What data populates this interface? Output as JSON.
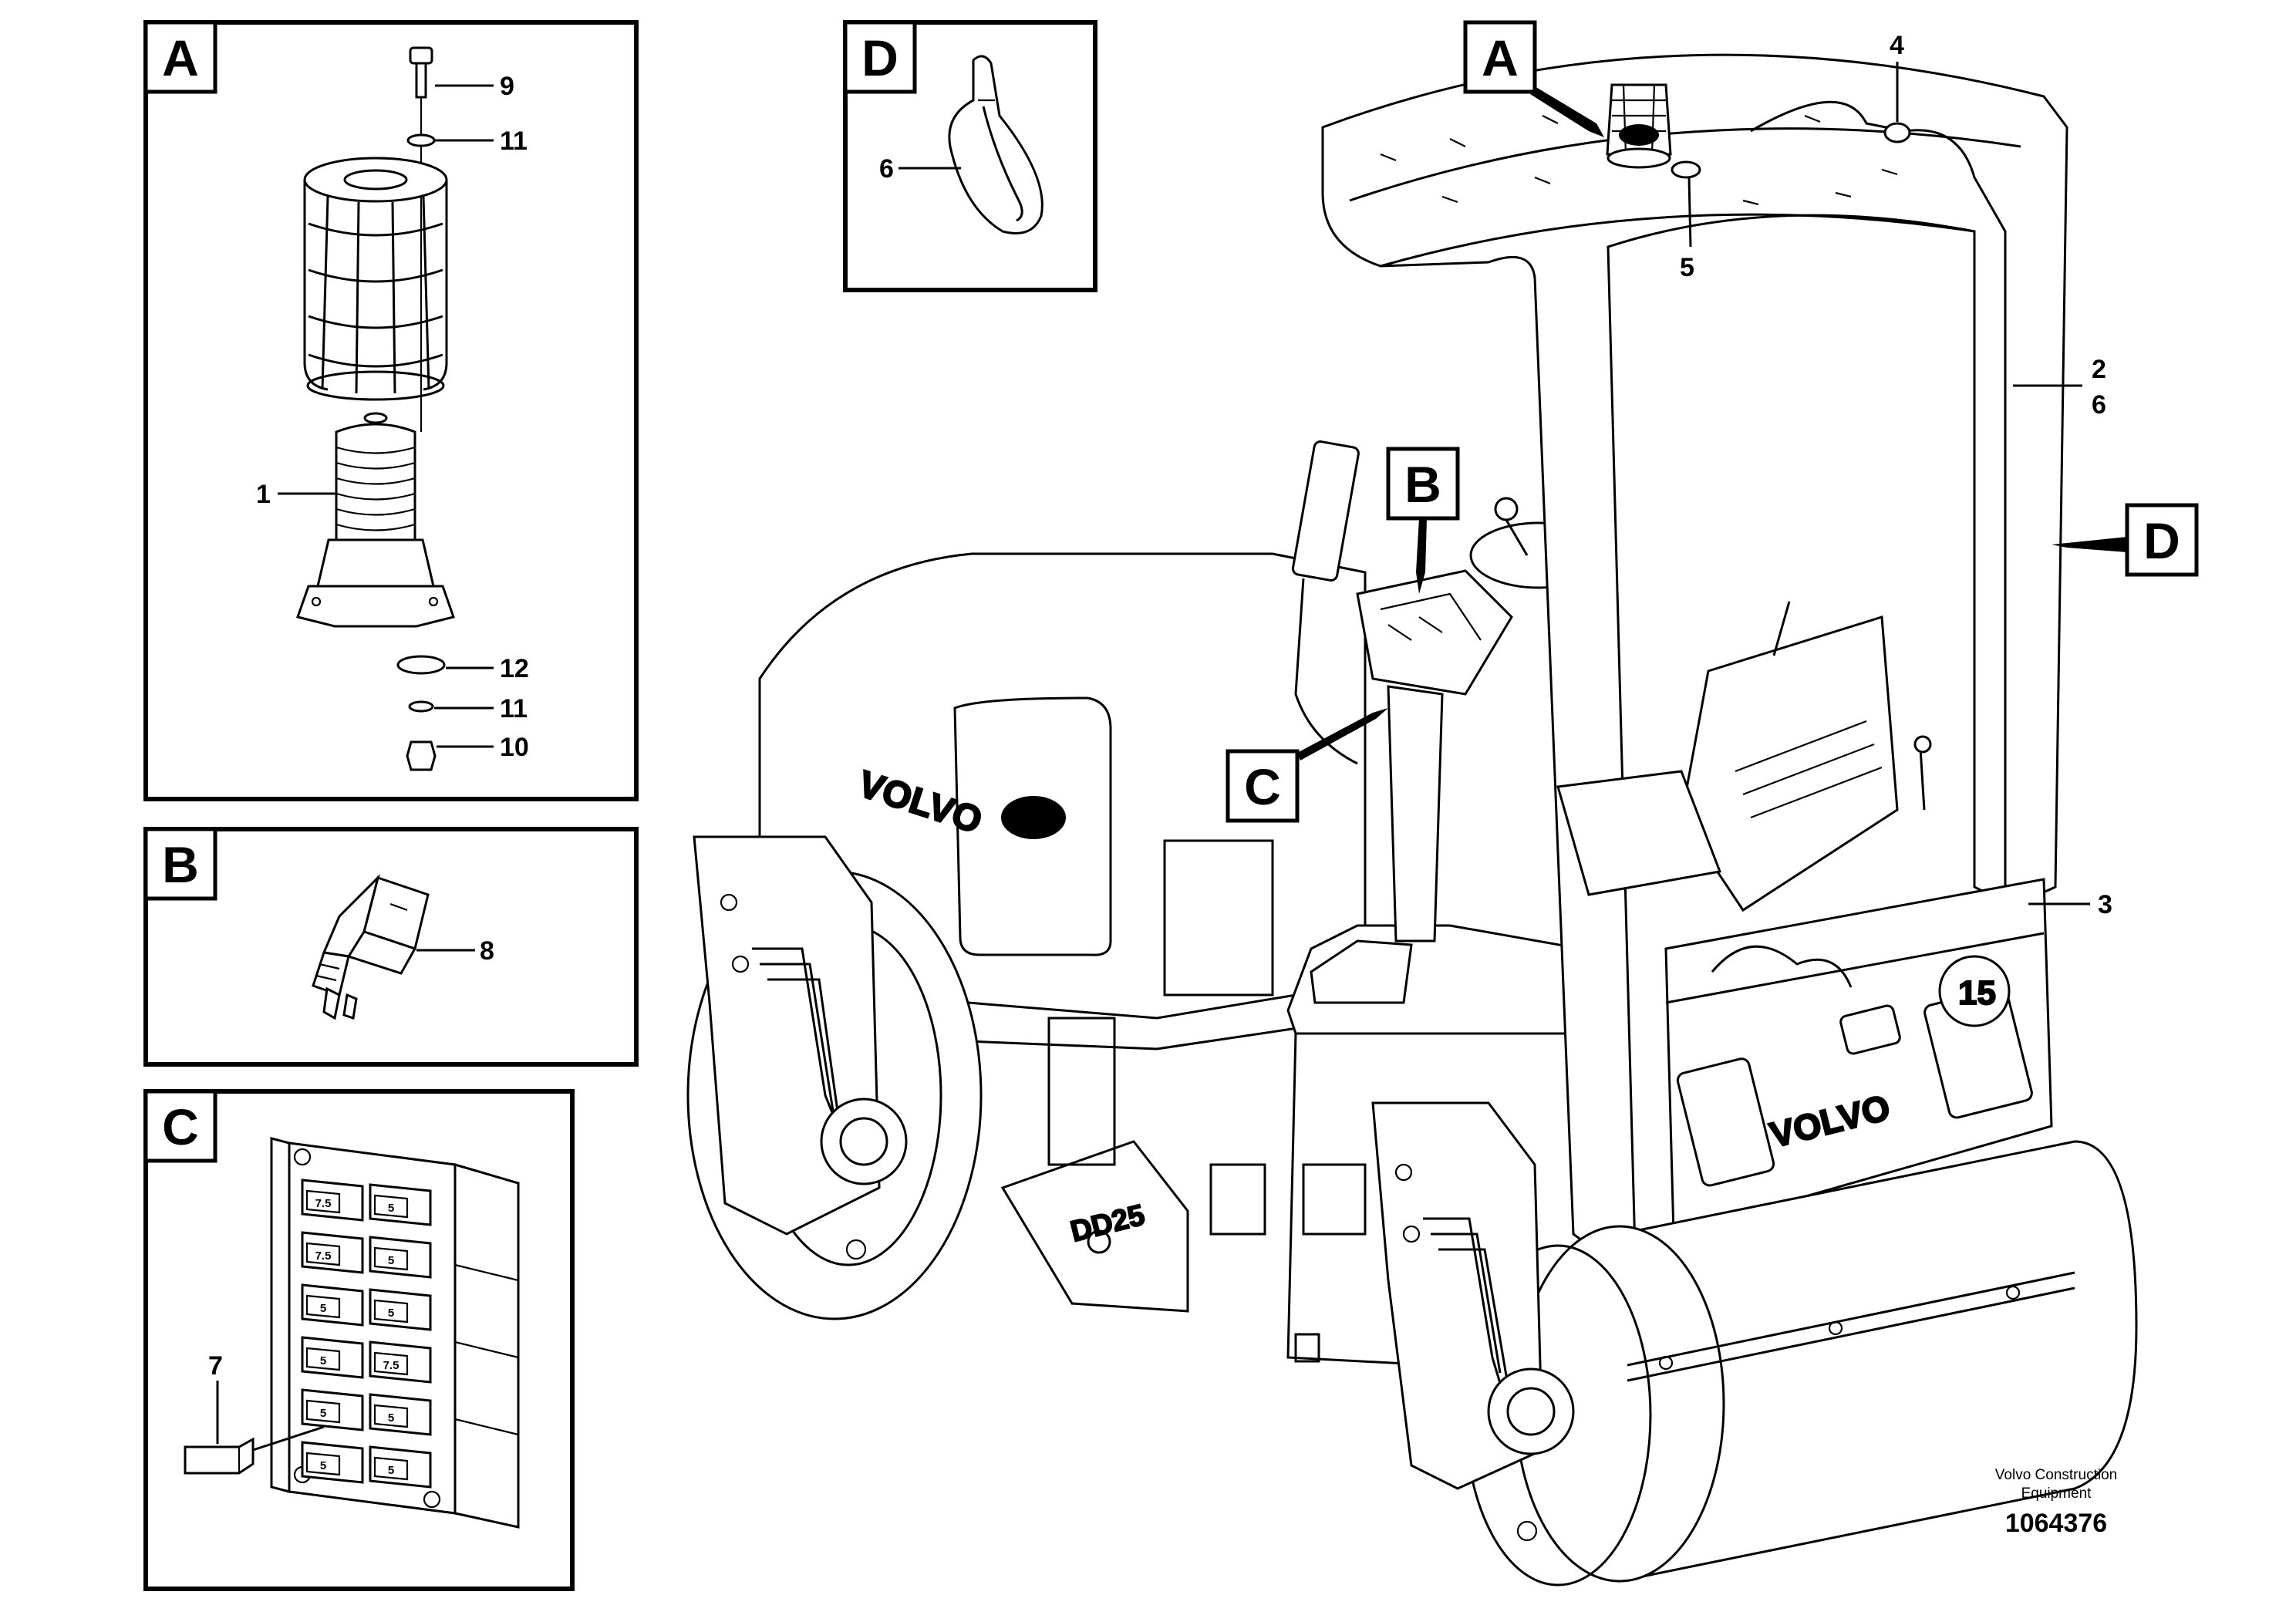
{
  "panels": [
    {
      "id": "A",
      "letter": "A",
      "callouts": [
        "9",
        "11",
        "1",
        "12",
        "11",
        "10"
      ]
    },
    {
      "id": "B",
      "letter": "B",
      "callouts": [
        "8"
      ]
    },
    {
      "id": "C",
      "letter": "C",
      "callouts": [
        "7"
      ],
      "fuse_labels": [
        "7.5",
        "5",
        "7.5",
        "5",
        "5",
        "5",
        "5",
        "7.5",
        "5",
        "5",
        "5",
        "5"
      ]
    },
    {
      "id": "D",
      "letter": "D",
      "callouts": [
        "6"
      ]
    }
  ],
  "main_view": {
    "tags": [
      "A",
      "B",
      "C",
      "D"
    ],
    "callouts": [
      "4",
      "5",
      "2",
      "6",
      "3"
    ],
    "brand": "VOLVO",
    "model": "DD25",
    "weight_badge": "15"
  },
  "footer": {
    "caption_line1": "Volvo Construction",
    "caption_line2": "Equipment",
    "document_number": "1064376"
  }
}
